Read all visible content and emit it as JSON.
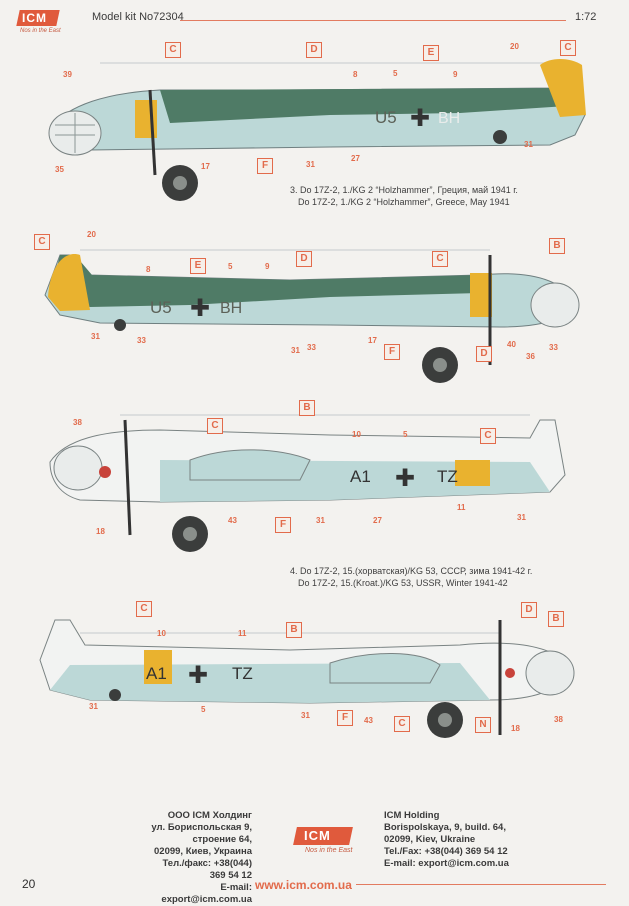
{
  "header": {
    "logo_text": "ICM",
    "logo_tagline": "Nos in the East",
    "model": "Model kit No72304",
    "scale": "1:72"
  },
  "profiles": [
    {
      "side": "left",
      "labels": [
        "C",
        "D",
        "E",
        "F",
        "C",
        "39",
        "35",
        "17",
        "8",
        "5",
        "9",
        "31",
        "27",
        "31",
        "20"
      ]
    },
    {
      "side": "right",
      "labels": [
        "C",
        "20",
        "8",
        "E",
        "5",
        "9",
        "D",
        "C",
        "B",
        "31",
        "33",
        "31",
        "33",
        "17",
        "F",
        "D",
        "40",
        "36",
        "33"
      ]
    },
    {
      "side": "left",
      "labels": [
        "38",
        "C",
        "B",
        "10",
        "5",
        "C",
        "18",
        "43",
        "F",
        "31",
        "27",
        "11",
        "31"
      ]
    },
    {
      "side": "right",
      "labels": [
        "C",
        "10",
        "11",
        "B",
        "D",
        "B",
        "31",
        "5",
        "31",
        "F",
        "43",
        "C",
        "N",
        "18",
        "38"
      ]
    }
  ],
  "captions": {
    "c3_ru": "3. Do 17Z-2, 1./KG 2 “Holzhammer”, Греция, май 1941 г.",
    "c3_en": "Do 17Z-2, 1./KG 2 “Holzhammer”, Greece, May 1941",
    "c4_ru": "4. Do 17Z-2, 15.(хорватская)/KG 53, СССР, зима 1941-42 г.",
    "c4_en": "Do 17Z-2, 15.(Kroat.)/KG 53, USSR, Winter 1941-42"
  },
  "footer": {
    "left_1": "ООО ICM Холдинг",
    "left_2": "ул. Бориспольская 9, строение 64,",
    "left_3": "02099, Киев, Украина",
    "left_4": "Тел./факс: +38(044) 369 54 12",
    "left_5": "E-mail: export@icm.com.ua",
    "right_1": "ICM Holding",
    "right_2": "Borispolskaya, 9, build. 64,",
    "right_3": "02099, Kiev, Ukraine",
    "right_4": "Tel./Fax: +38(044) 369 54 12",
    "right_5": "E-mail: export@icm.com.ua",
    "site": "www.icm.com.ua",
    "page": "20"
  },
  "markings": {
    "p1_code": "U5",
    "p1_cross": "✚",
    "p1_tail": "BH",
    "p3_code": "A1",
    "p3_tail": "TZ",
    "p4_code": "A1",
    "p4_tail": "TZ"
  }
}
